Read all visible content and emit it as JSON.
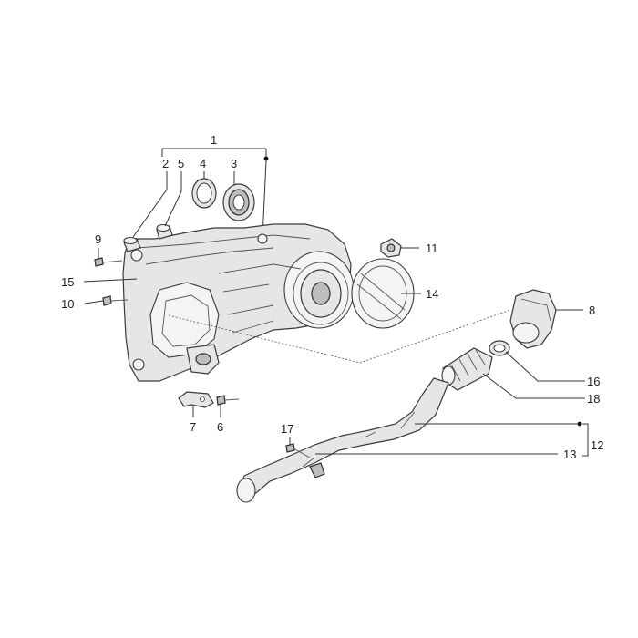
{
  "callouts": {
    "c1": "1",
    "c2": "2",
    "c3": "3",
    "c4": "4",
    "c5": "5",
    "c6": "6",
    "c7": "7",
    "c8": "8",
    "c9": "9",
    "c10": "10",
    "c11": "11",
    "c12": "12",
    "c13": "13",
    "c14": "14",
    "c15": "15",
    "c16": "16",
    "c17": "17",
    "c18": "18"
  },
  "colors": {
    "part_fill": "#e6e6e6",
    "part_outline": "#3a3a3a",
    "label": "#222222",
    "background": "#ffffff"
  }
}
